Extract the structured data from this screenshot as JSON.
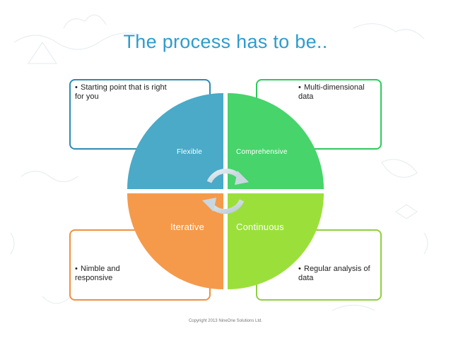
{
  "title": "The process has to be..",
  "boxes": {
    "top_left": {
      "text": "Starting point that is right for you",
      "border": "#2e8bb0"
    },
    "top_right": {
      "text": "Multi-dimensional data",
      "border": "#2ec95a"
    },
    "bottom_left": {
      "text": "Nimble and responsive",
      "border": "#f09040"
    },
    "bottom_right": {
      "text": "Regular analysis of data",
      "border": "#8ed040"
    }
  },
  "quadrants": {
    "top_left": {
      "label": "Flexible",
      "color": "#4aaac8"
    },
    "top_right": {
      "label": "Comprehensive",
      "color": "#47d46b"
    },
    "bottom_left": {
      "label": "Iterative",
      "color": "#f59a4a"
    },
    "bottom_right": {
      "label": "Continuous",
      "color": "#9be03a"
    }
  },
  "footer": "Copyright 2013 NineOne Solutions Ltd."
}
